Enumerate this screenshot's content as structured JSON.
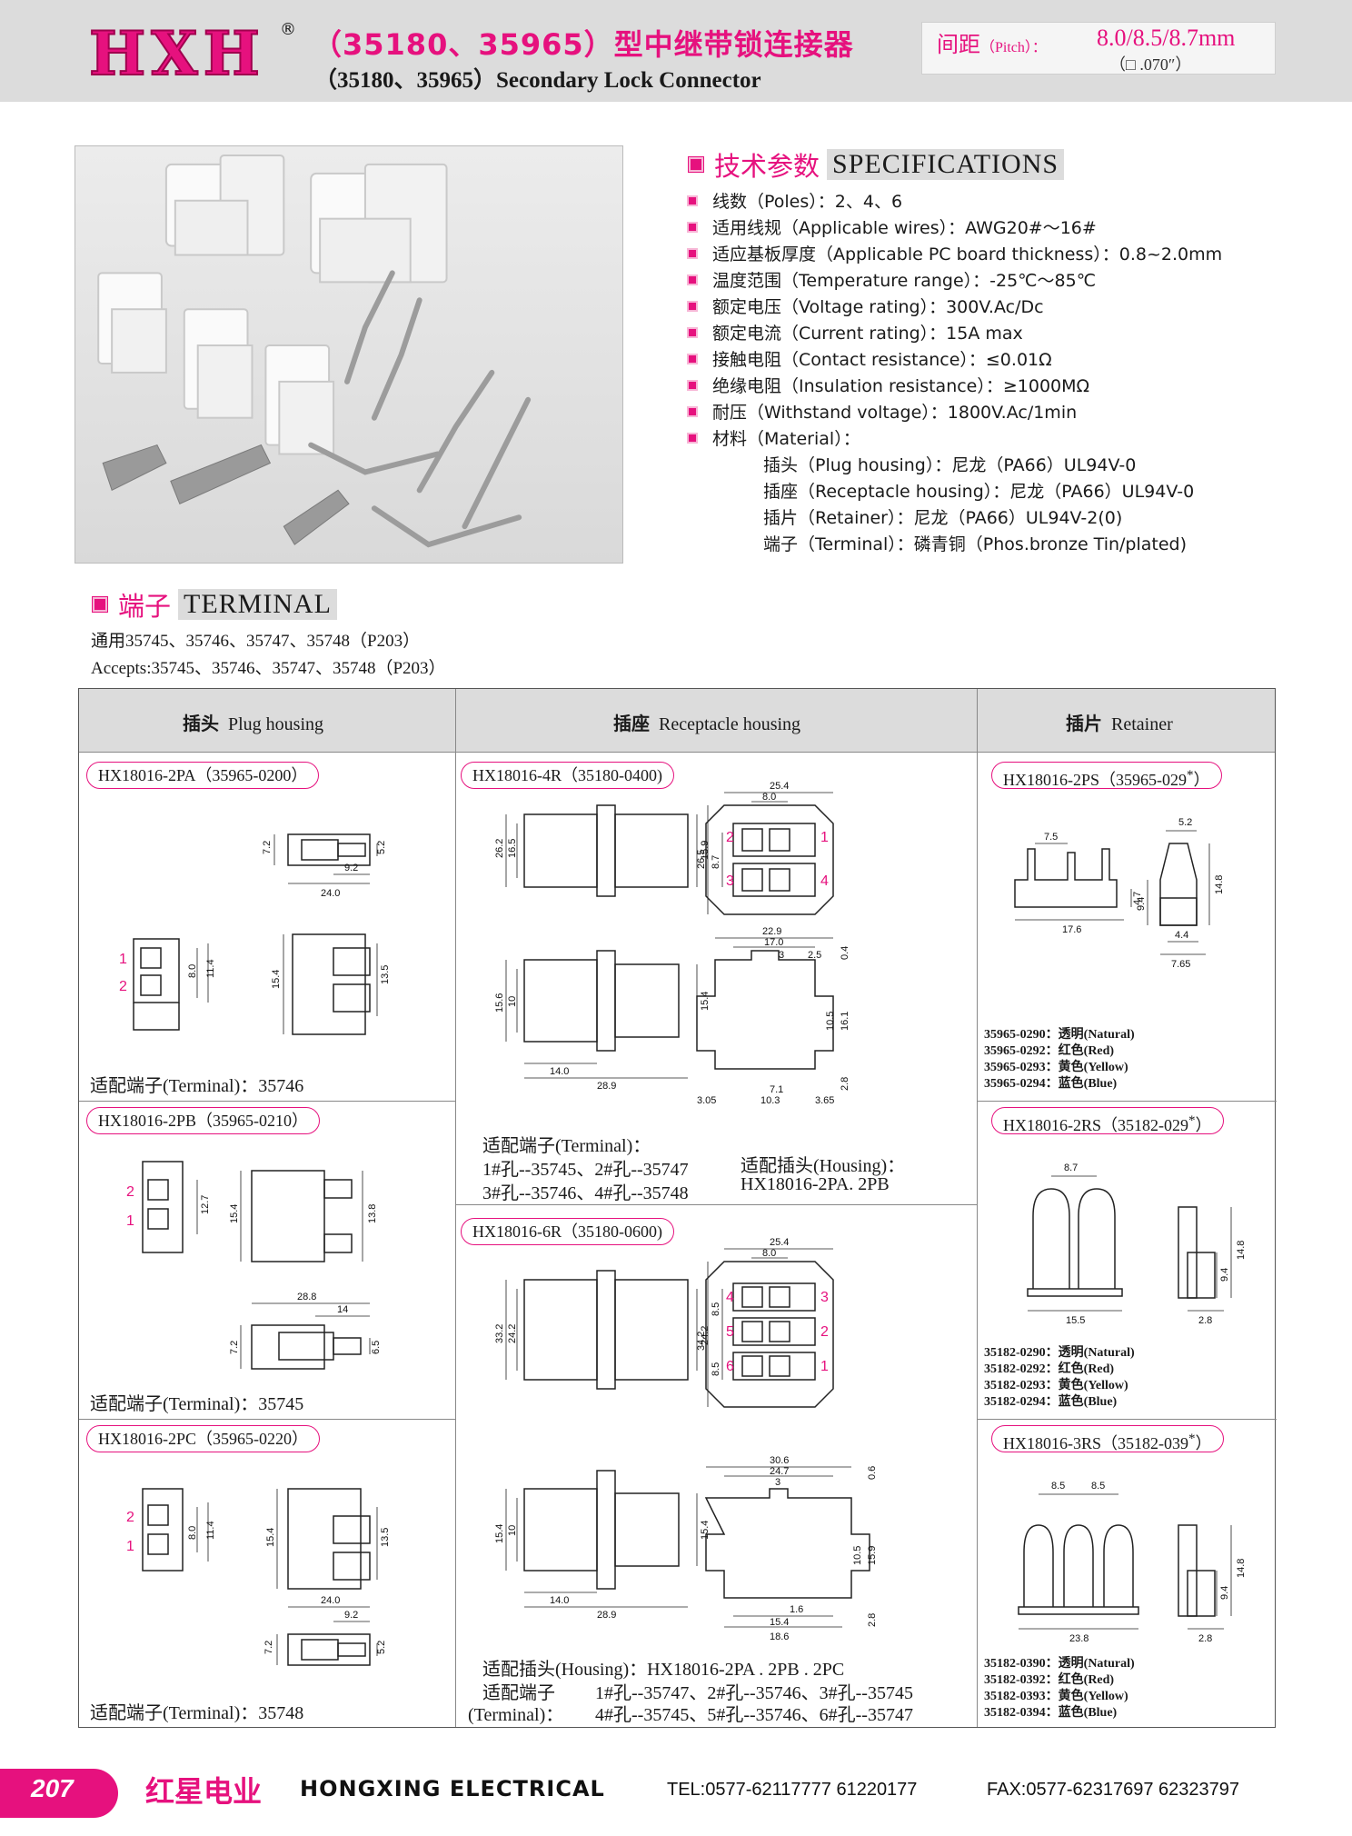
{
  "header": {
    "logo": "HXH",
    "reg_mark": "®",
    "title_cn": "（35180、35965）型中继带锁连接器",
    "title_en": "（35180、35965）Secondary Lock Connector",
    "pitch_label_cn": "间距",
    "pitch_label_en": "（Pitch）：",
    "pitch_value": "8.0/8.5/8.7mm",
    "pitch_sub": "（□ .070″）"
  },
  "specs": {
    "heading_cn": "技术参数",
    "heading_en": "SPECIFICATIONS",
    "rows": [
      "线数（Poles）：2、4、6",
      "适用线规（Applicable wires）：AWG20#～16#",
      "适应基板厚度（Applicable PC board thickness）：0.8~2.0mm",
      "温度范围（Temperature range）：-25℃～85℃",
      "额定电压（Voltage rating）：300V.Ac/Dc",
      "额定电流（Current rating）：15A max",
      "接触电阻（Contact resistance）：≤0.01Ω",
      "绝缘电阻（Insulation resistance）：≥1000MΩ",
      "耐压（Withstand voltage）：1800V.Ac/1min",
      "材料（Material）："
    ],
    "materials": [
      "插头（Plug housing）：尼龙（PA66）UL94V-0",
      "插座（Receptacle housing）：尼龙（PA66）UL94V-0",
      "插片（Retainer）：尼龙（PA66）UL94V-2(0)",
      "端子（Terminal）：磷青铜（Phos.bronze Tin/plated)"
    ]
  },
  "terminal": {
    "heading_cn": "端子",
    "heading_en": "TERMINAL",
    "line_cn": "通用35745、35746、35747、35748（P203）",
    "line_en": "Accepts:35745、35746、35747、35748（P203）"
  },
  "table": {
    "col_plug_cn": "插头",
    "col_plug_en": "Plug housing",
    "col_recep_cn": "插座",
    "col_recep_en": "Receptacle housing",
    "col_ret_cn": "插片",
    "col_ret_en": "Retainer",
    "plug": [
      {
        "label": "HX18016-2PA（35965-0200）",
        "fit": "适配端子(Terminal)：35746",
        "pins": [
          "1",
          "2"
        ],
        "dims": [
          "7.2",
          "5.2",
          "9.2",
          "24.0",
          "8.0",
          "11.4",
          "15.4",
          "13.5"
        ]
      },
      {
        "label": "HX18016-2PB（35965-0210）",
        "fit": "适配端子(Terminal)：35745",
        "pins": [
          "2",
          "1"
        ],
        "dims": [
          "12.7",
          "15.4",
          "13.8",
          "28.8",
          "14",
          "7.2",
          "6.5"
        ]
      },
      {
        "label": "HX18016-2PC（35965-0220）",
        "fit": "适配端子(Terminal)：35748",
        "pins": [
          "2",
          "1"
        ],
        "dims": [
          "8.0",
          "11.4",
          "15.4",
          "13.5",
          "24.0",
          "9.2",
          "7.2",
          "5.2"
        ]
      }
    ],
    "receptacle": [
      {
        "label": "HX18016-4R（35180-0400)",
        "fit_terminal_1": "适配端子(Terminal)：",
        "fit_terminal_2": "1#孔--35745、2#孔--35747",
        "fit_terminal_3": "3#孔--35746、4#孔--35748",
        "fit_housing_1": "适配插头(Housing)：",
        "fit_housing_2": "HX18016-2PA. 2PB",
        "pins": [
          "2",
          "1",
          "3",
          "4"
        ],
        "dims": [
          "26.2",
          "16.5",
          "15.9",
          "25.4",
          "8.0",
          "26.5",
          "8.7",
          "15.6",
          "10",
          "15.4",
          "14.0",
          "28.9",
          "22.9",
          "17.0",
          "3",
          "2.5",
          "0.4",
          "10.5",
          "16.1",
          "7.1",
          "3.05",
          "10.3",
          "3.65",
          "2.8"
        ]
      },
      {
        "label": "HX18016-6R（35180-0600)",
        "fit_housing": "适配插头(Housing)：HX18016-2PA . 2PB . 2PC",
        "fit_terminal_cn": "适配端子",
        "fit_terminal_en": "(Terminal)：",
        "fit_terminal_1": "1#孔--35747、2#孔--35746、3#孔--35745",
        "fit_terminal_2": "4#孔--35745、5#孔--35746、6#孔--35747",
        "pins": [
          "4",
          "3",
          "5",
          "2",
          "6",
          "1"
        ],
        "dims": [
          "33.2",
          "24.2",
          "24.2",
          "25.4",
          "8.0",
          "34.2",
          "8.5",
          "8.5",
          "15.4",
          "10",
          "15.4",
          "14.0",
          "28.9",
          "30.6",
          "24.7",
          "3",
          "0.6",
          "10.5",
          "15.9",
          "1.6",
          "15.4",
          "18.6",
          "2.8"
        ]
      }
    ],
    "retainer": [
      {
        "label": "HX18016-2PS（35965-029",
        "star": "*",
        "close": "）",
        "dims": [
          "5.2",
          "7.5",
          "9.4",
          "14.8",
          "4.7",
          "17.6",
          "4.4",
          "7.65"
        ],
        "colors": [
          "35965-0290：透明(Natural)",
          "35965-0292：红色(Red)",
          "35965-0293：黄色(Yellow)",
          "35965-0294：蓝色(Blue)"
        ]
      },
      {
        "label": "HX18016-2RS（35182-029",
        "star": "*",
        "close": "）",
        "dims": [
          "8.7",
          "14.8",
          "9.4",
          "15.5",
          "2.8"
        ],
        "colors": [
          "35182-0290：透明(Natural)",
          "35182-0292：红色(Red)",
          "35182-0293：黄色(Yellow)",
          "35182-0294：蓝色(Blue)"
        ]
      },
      {
        "label": "HX18016-3RS（35182-039",
        "star": "*",
        "close": "）",
        "dims": [
          "8.5",
          "8.5",
          "14.8",
          "9.4",
          "23.8",
          "2.8"
        ],
        "colors": [
          "35182-0390：透明(Natural)",
          "35182-0392：红色(Red)",
          "35182-0393：黄色(Yellow)",
          "35182-0394：蓝色(Blue)"
        ]
      }
    ]
  },
  "footer": {
    "page": "207",
    "company_cn": "红星电业",
    "company_en": "HONGXING ELECTRICAL",
    "tel": "TEL:0577-62117777   61220177",
    "fax": "FAX:0577-62317697   62323797"
  },
  "colors": {
    "accent": "#e6117e",
    "header_bg": "#dcdcdc",
    "text": "#1a1a1a"
  }
}
